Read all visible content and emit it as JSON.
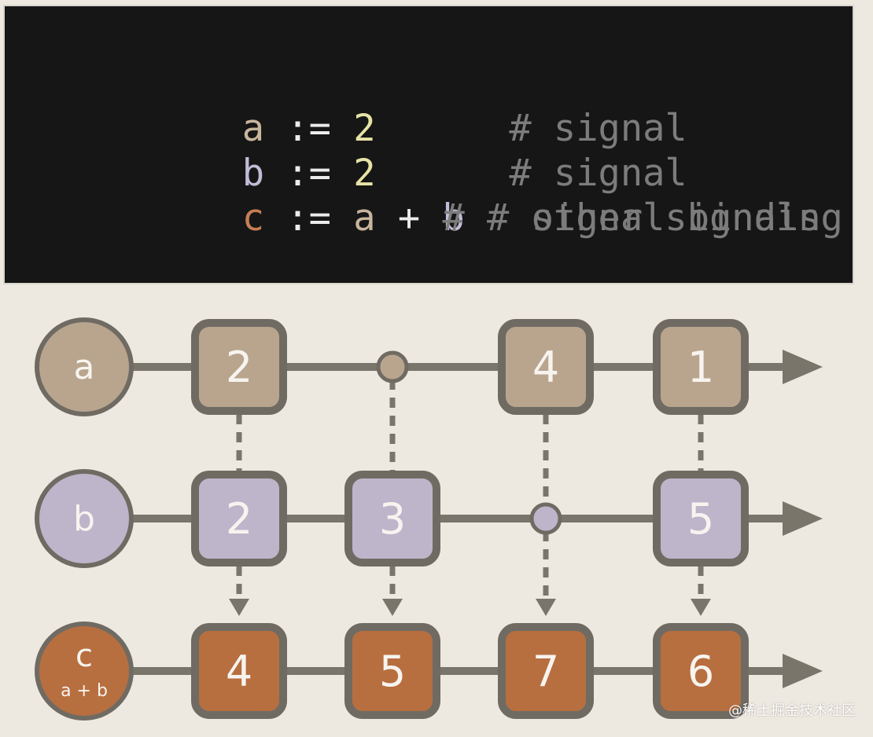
{
  "code": {
    "lines": [
      {
        "var": "a",
        "assign": ":=",
        "expr": [
          {
            "text": "2",
            "kind": "num"
          }
        ],
        "comment": "# signal"
      },
      {
        "var": "b",
        "assign": ":=",
        "expr": [
          {
            "text": "2",
            "kind": "num"
          }
        ],
        "comment": "# signal"
      },
      {
        "var": "c",
        "assign": ":=",
        "expr": [
          {
            "text": "a",
            "kind": "a"
          },
          {
            "text": " + ",
            "kind": "op"
          },
          {
            "text": "b",
            "kind": "b"
          }
        ],
        "comment": "# signal binding"
      },
      {
        "var": "",
        "assign": "",
        "expr": [],
        "comment": "#   other signals"
      }
    ]
  },
  "colors": {
    "background": "#eee9e0",
    "code_bg": "#161616",
    "line": "#7a756b",
    "node_border": "#6f6b63",
    "a_fill": "#b9a58e",
    "b_fill": "#beb5cb",
    "c_fill": "#b76f40",
    "text_light": "#f7f4ef"
  },
  "signals": [
    {
      "id": "a",
      "label": "a",
      "sublabel": "",
      "events": [
        {
          "column": 0,
          "type": "value",
          "value": "2"
        },
        {
          "column": 1,
          "type": "empty",
          "value": ""
        },
        {
          "column": 2,
          "type": "value",
          "value": "4"
        },
        {
          "column": 3,
          "type": "value",
          "value": "1"
        }
      ]
    },
    {
      "id": "b",
      "label": "b",
      "sublabel": "",
      "events": [
        {
          "column": 0,
          "type": "value",
          "value": "2"
        },
        {
          "column": 1,
          "type": "value",
          "value": "3"
        },
        {
          "column": 2,
          "type": "empty",
          "value": ""
        },
        {
          "column": 3,
          "type": "value",
          "value": "5"
        }
      ]
    },
    {
      "id": "c",
      "label": "c",
      "sublabel": "a + b",
      "events": [
        {
          "column": 0,
          "type": "value",
          "value": "4"
        },
        {
          "column": 1,
          "type": "value",
          "value": "5"
        },
        {
          "column": 2,
          "type": "value",
          "value": "7"
        },
        {
          "column": 3,
          "type": "value",
          "value": "6"
        }
      ]
    }
  ],
  "watermark": "@稀土掘金技术社区"
}
